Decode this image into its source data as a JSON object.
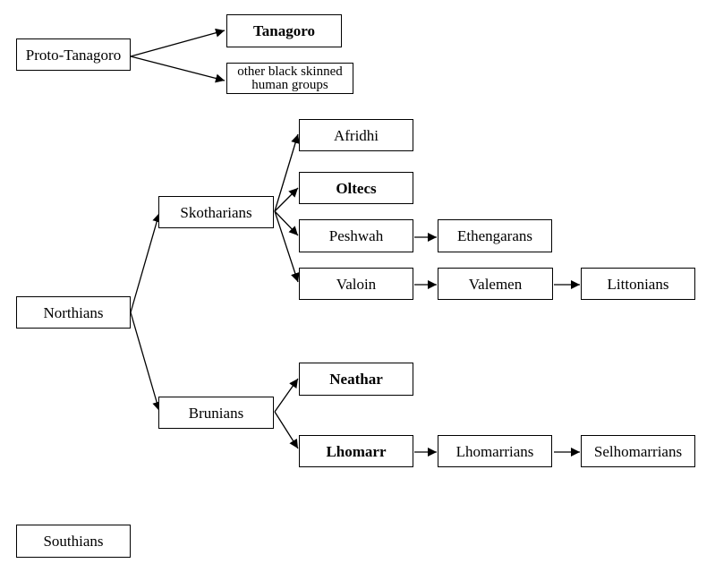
{
  "nodes": {
    "proto_tanagoro": "Proto-Tanagoro",
    "tanagoro": "Tanagoro",
    "other_black": "other black skinned human groups",
    "northians": "Northians",
    "skotharians": "Skotharians",
    "brunians": "Brunians",
    "afridhi": "Afridhi",
    "oltecs": "Oltecs",
    "peshwah": "Peshwah",
    "ethengarans": "Ethengarans",
    "valoin": "Valoin",
    "valemen": "Valemen",
    "littonians": "Littonians",
    "neathar": "Neathar",
    "lhomarr": "Lhomarr",
    "lhomarrians": "Lhomarrians",
    "selhomarrians": "Selhomarrians",
    "southians": "Southians"
  },
  "edges": [
    {
      "from": "proto_tanagoro",
      "to": "tanagoro"
    },
    {
      "from": "proto_tanagoro",
      "to": "other_black"
    },
    {
      "from": "northians",
      "to": "skotharians"
    },
    {
      "from": "northians",
      "to": "brunians"
    },
    {
      "from": "skotharians",
      "to": "afridhi"
    },
    {
      "from": "skotharians",
      "to": "oltecs"
    },
    {
      "from": "skotharians",
      "to": "peshwah"
    },
    {
      "from": "skotharians",
      "to": "valoin"
    },
    {
      "from": "peshwah",
      "to": "ethengarans"
    },
    {
      "from": "valoin",
      "to": "valemen"
    },
    {
      "from": "valemen",
      "to": "littonians"
    },
    {
      "from": "brunians",
      "to": "neathar"
    },
    {
      "from": "brunians",
      "to": "lhomarr"
    },
    {
      "from": "lhomarr",
      "to": "lhomarrians"
    },
    {
      "from": "lhomarrians",
      "to": "selhomarrians"
    }
  ],
  "colors": {
    "line": "#000000",
    "node_border": "#000000",
    "background": "#ffffff"
  }
}
